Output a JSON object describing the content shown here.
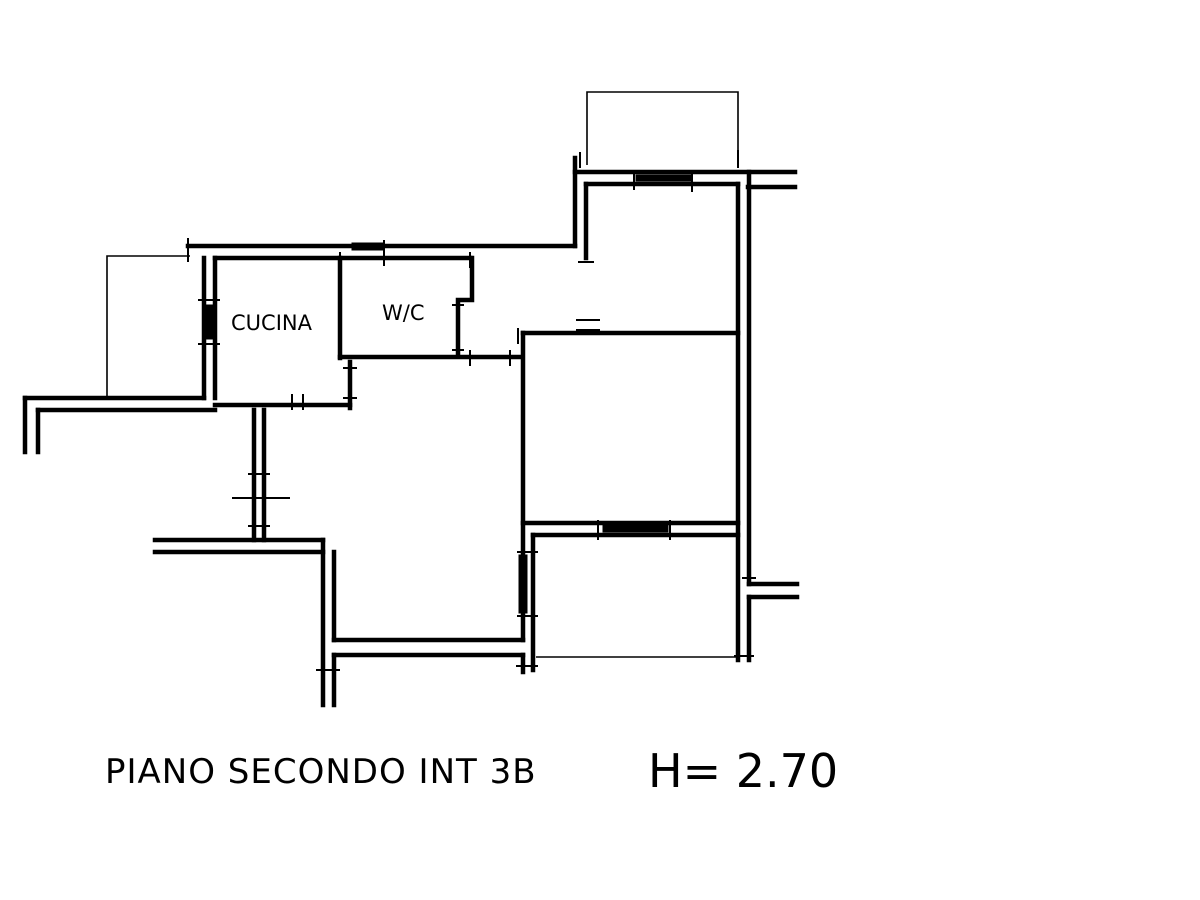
{
  "plan": {
    "rooms": [
      {
        "label": "CUCINA"
      },
      {
        "label": "W/C"
      }
    ],
    "caption": "PIANO SECONDO INT 3B",
    "height_label": "H= 2.70"
  }
}
